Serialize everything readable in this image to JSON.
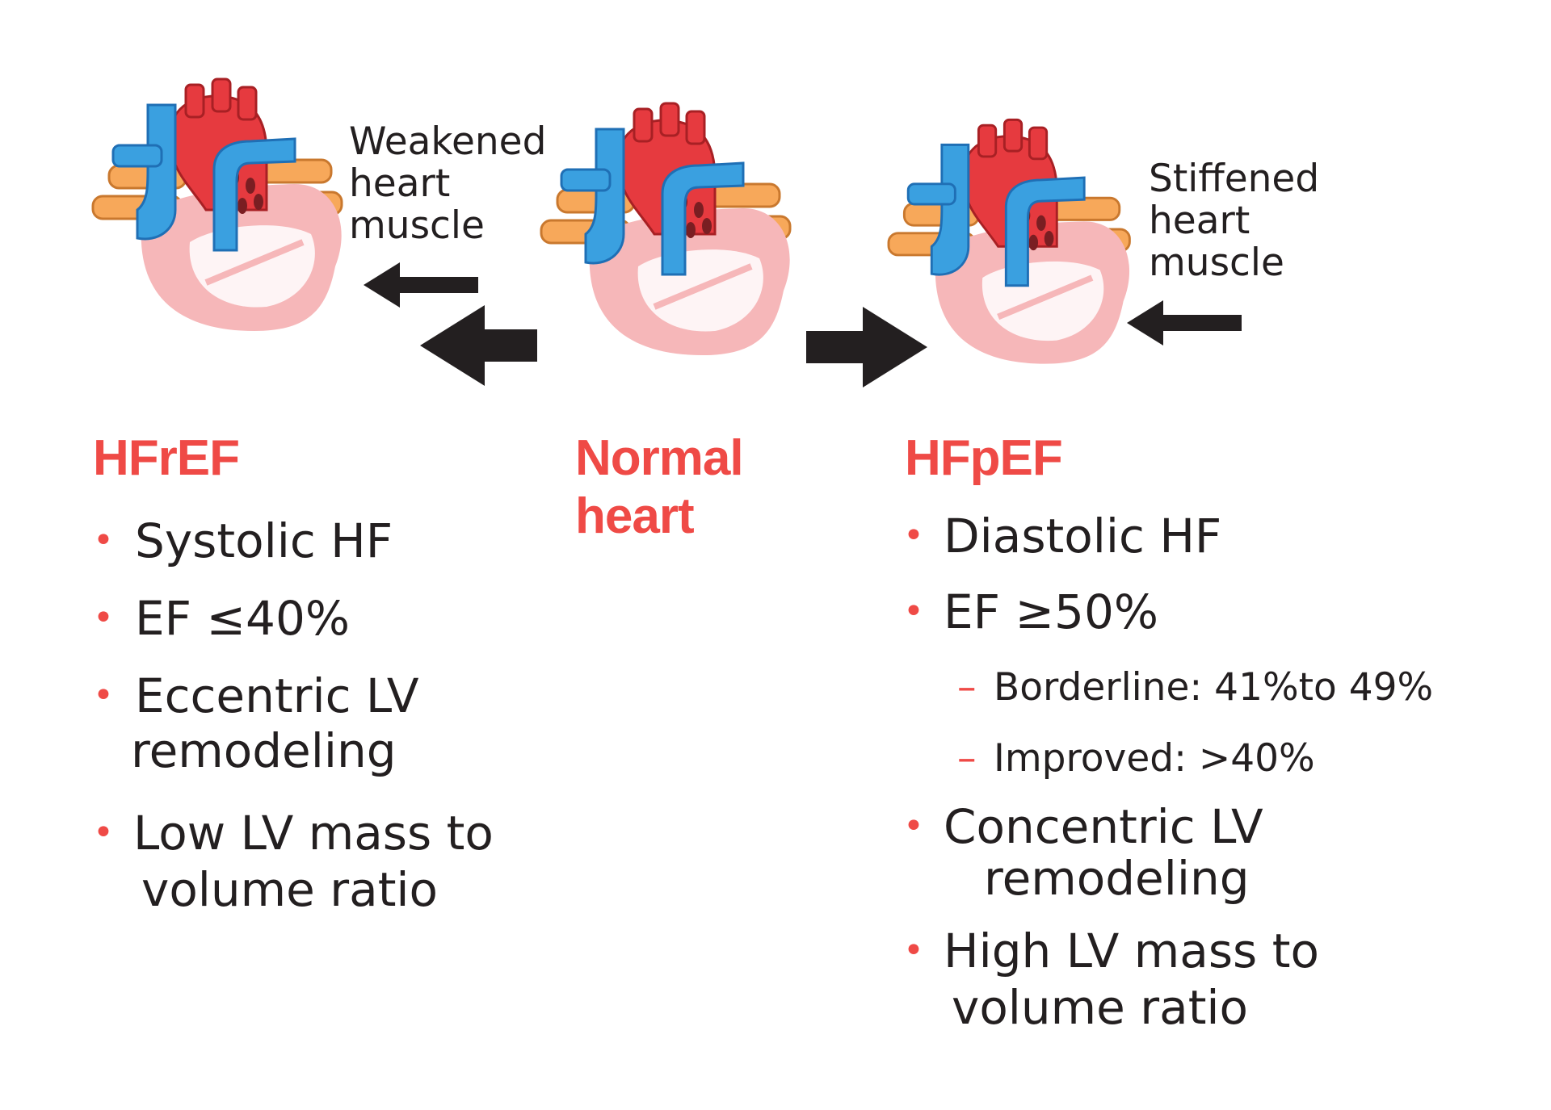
{
  "hfref": {
    "heading": "HFrEF",
    "callout": [
      "Weakened",
      "heart",
      "muscle"
    ],
    "bullets": {
      "b1": "Systolic HF",
      "b2": "EF ≤40%",
      "b3": [
        "Eccentric LV",
        "remodeling"
      ],
      "b4": [
        "Low LV mass to",
        "volume ratio"
      ]
    }
  },
  "normal": {
    "heading": [
      "Normal",
      "heart"
    ]
  },
  "hfpef": {
    "heading": "HFpEF",
    "callout": [
      "Stiffened",
      "heart",
      "muscle"
    ],
    "bullets": {
      "b1": "Diastolic HF",
      "b2": "EF ≥50%",
      "sub1": "Borderline:  41%to 49%",
      "sub2": "Improved: >40%",
      "b3": [
        "Concentric LV",
        "remodeling"
      ],
      "b4": [
        "High LV mass to",
        "volume ratio"
      ]
    }
  },
  "symbols": {
    "bullet": "•",
    "dash": "–"
  },
  "colors": {
    "heading": "#ef4a46",
    "bullet": "#ef4a46",
    "text": "#231f20",
    "aorta": "#e63a3f",
    "vein": "#3aa0e0",
    "vein_dark": "#1f6fb5",
    "pulmonary": "#f7a85a",
    "myocardium": "#f6b7b9",
    "arrow": "#231f20"
  }
}
